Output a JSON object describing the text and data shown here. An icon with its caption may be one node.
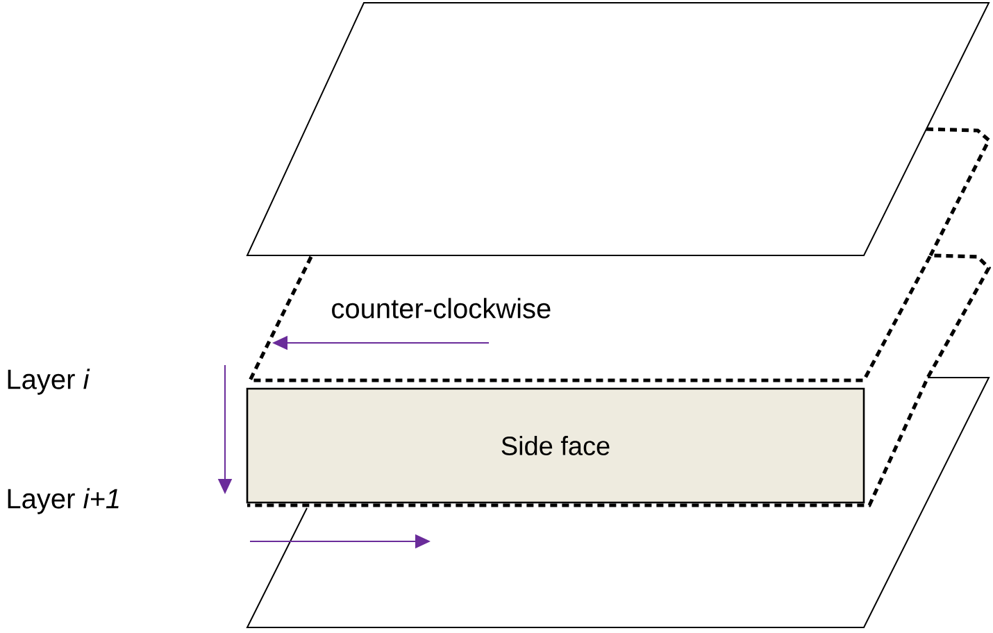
{
  "diagram": {
    "nodes": [
      {
        "text": [
          "Side face"
        ]
      }
    ],
    "labels": [
      "counter-clockwise",
      "Layer *i*",
      "Layer *i+1*"
    ]
  }
}
